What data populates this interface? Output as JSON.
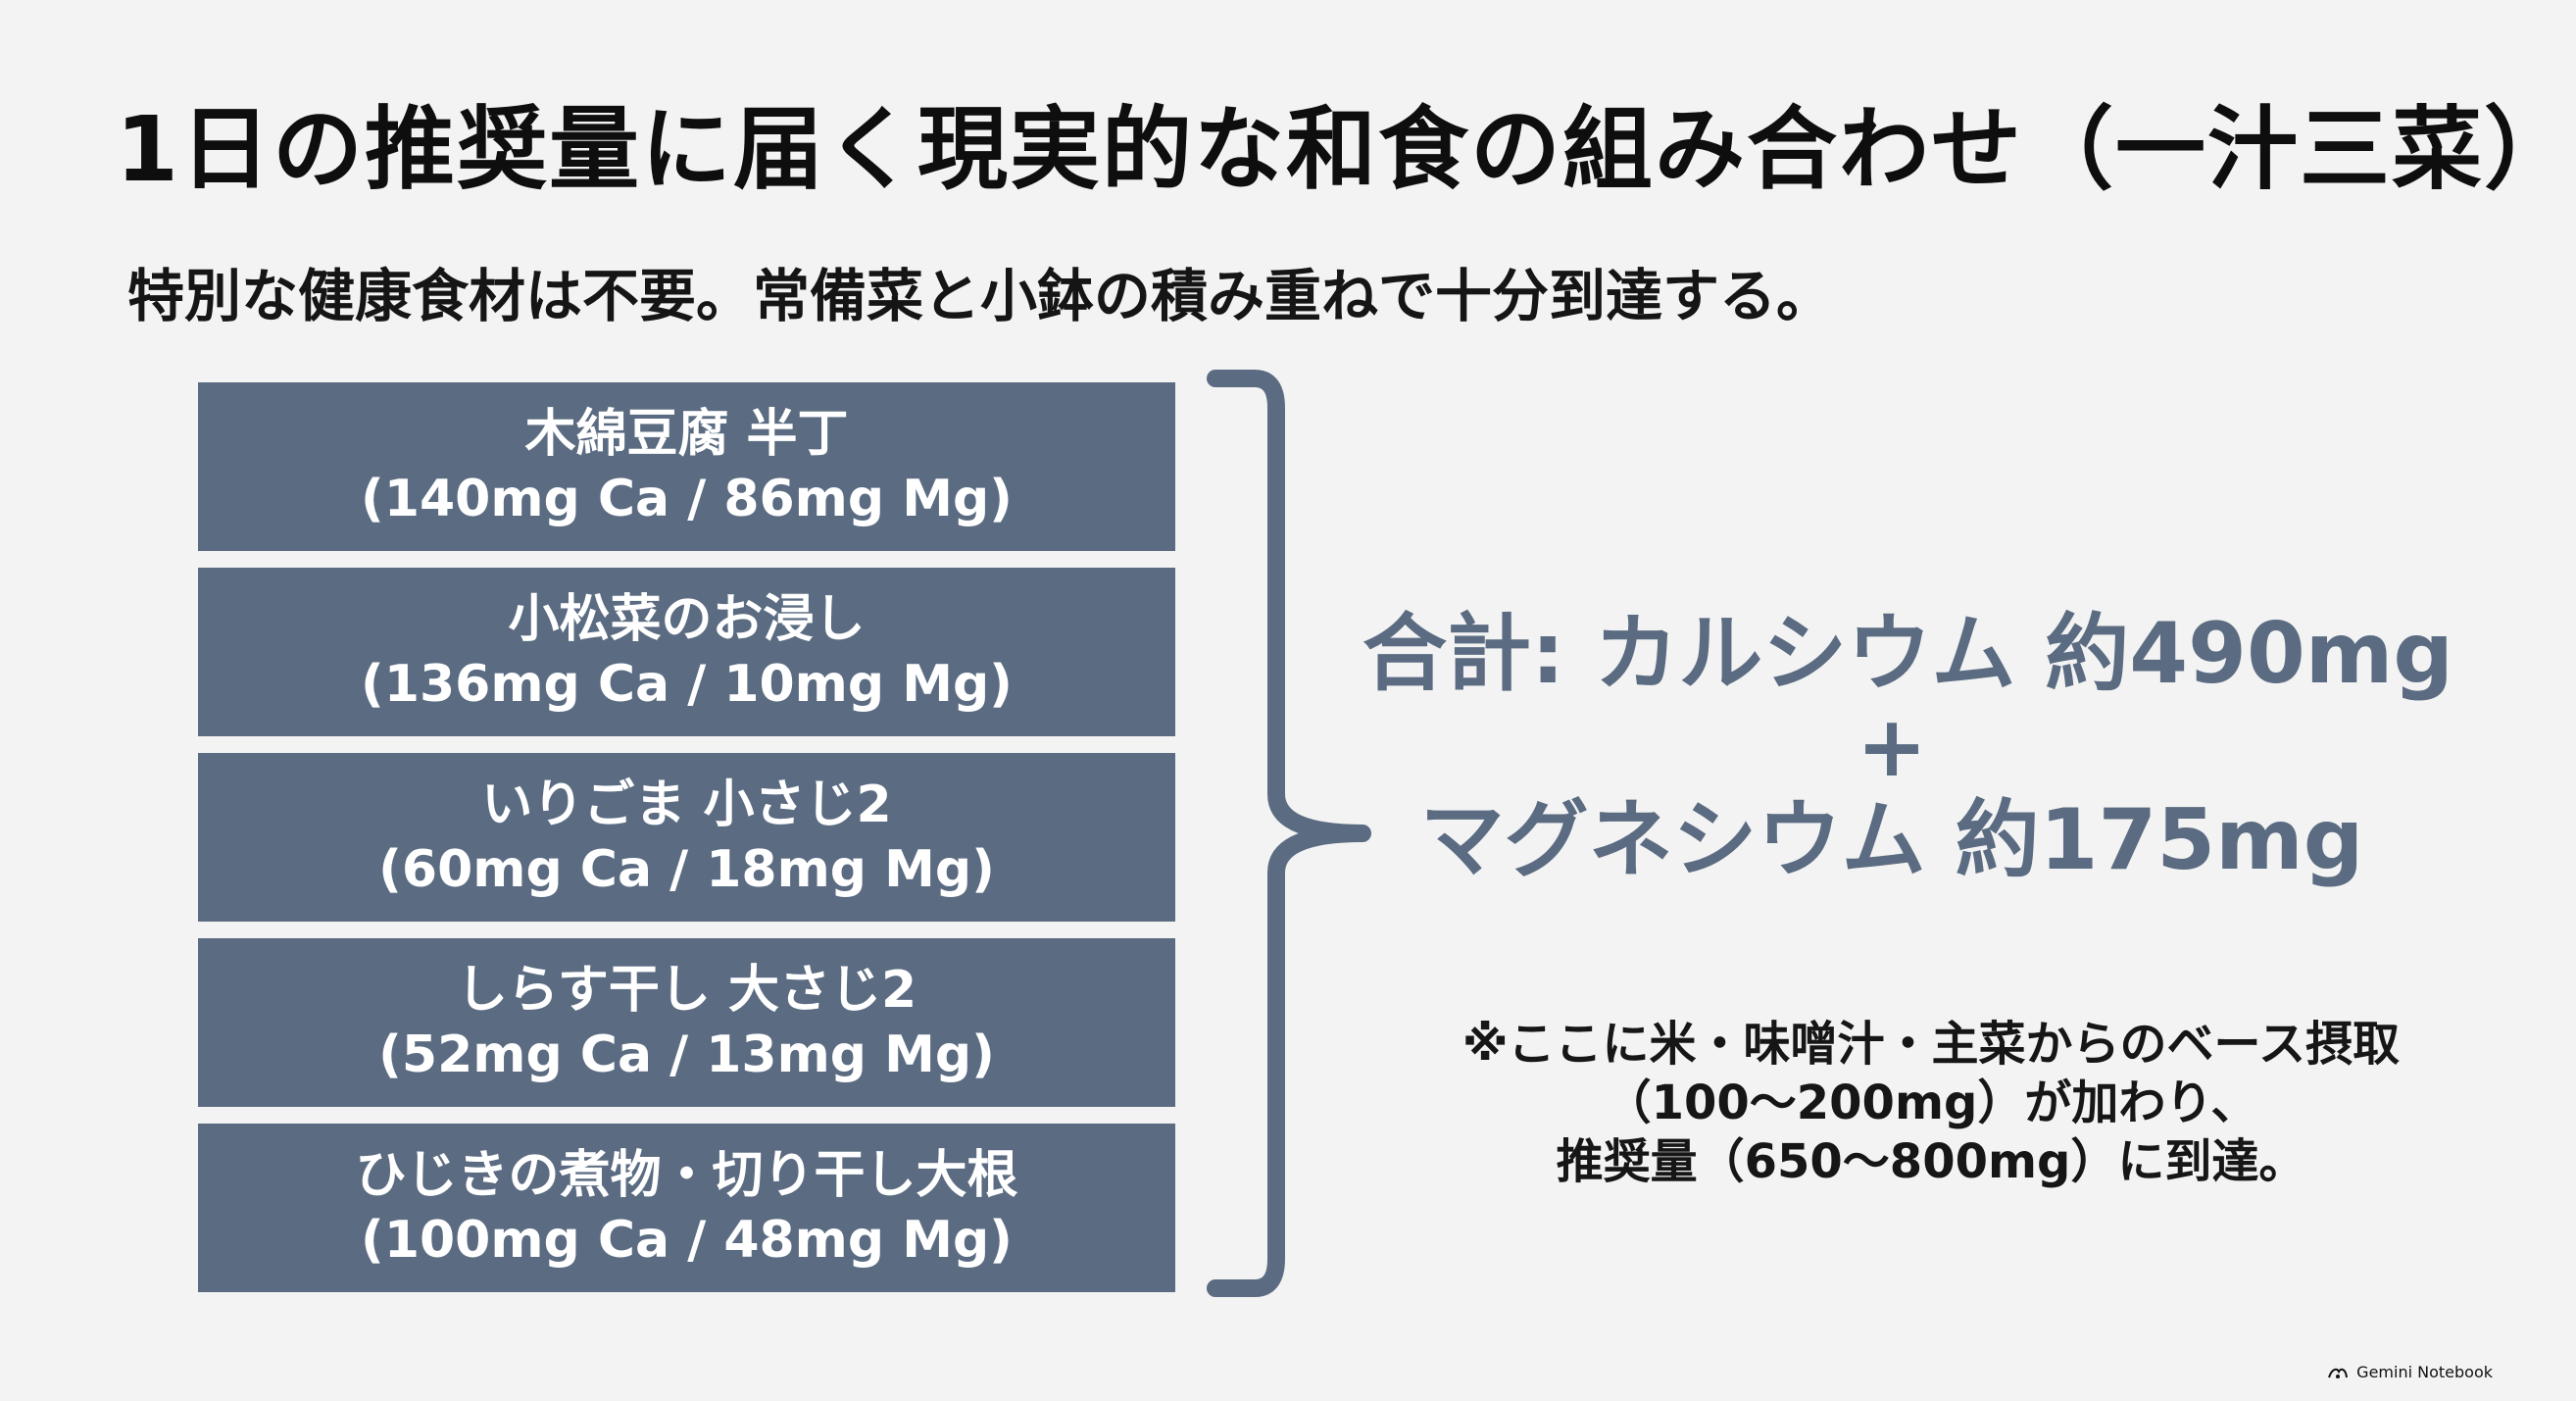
{
  "slide": {
    "title": "1日の推奨量に届く現実的な和食の組み合わせ（一汁三菜）",
    "subtitle": "特別な健康食材は不要。常備菜と小鉢の積み重ねで十分到達する。",
    "items": [
      {
        "name": "木綿豆腐 半丁",
        "values": "(140mg Ca / 86mg Mg)"
      },
      {
        "name": "小松菜のお浸し",
        "values": "(136mg Ca / 10mg Mg)"
      },
      {
        "name": "いりごま 小さじ2",
        "values": "(60mg Ca / 18mg Mg)"
      },
      {
        "name": "しらす干し 大さじ2",
        "values": "(52mg Ca / 13mg Mg)"
      },
      {
        "name": "ひじきの煮物・切り干し大根",
        "values": "(100mg Ca / 48mg Mg)"
      }
    ],
    "summary": {
      "line1": "合計: カルシウム 約490mg",
      "plus": "+",
      "line2": "マグネシウム 約175mg"
    },
    "note": {
      "line1": "※ここに米・味噌汁・主菜からのベース摂取",
      "line2": "（100〜200mg）が加わり、",
      "line3": "推奨量（650〜800mg）に到達。"
    },
    "watermark": "Gemini Notebook"
  },
  "colors": {
    "background": "#f3f3f3",
    "box": "#5b6c82",
    "summary_text": "#5b6c82",
    "main_text": "#111111"
  },
  "icons": {
    "watermark": "gemini-notebook-logo-icon",
    "brace": "right-curly-brace-icon"
  }
}
